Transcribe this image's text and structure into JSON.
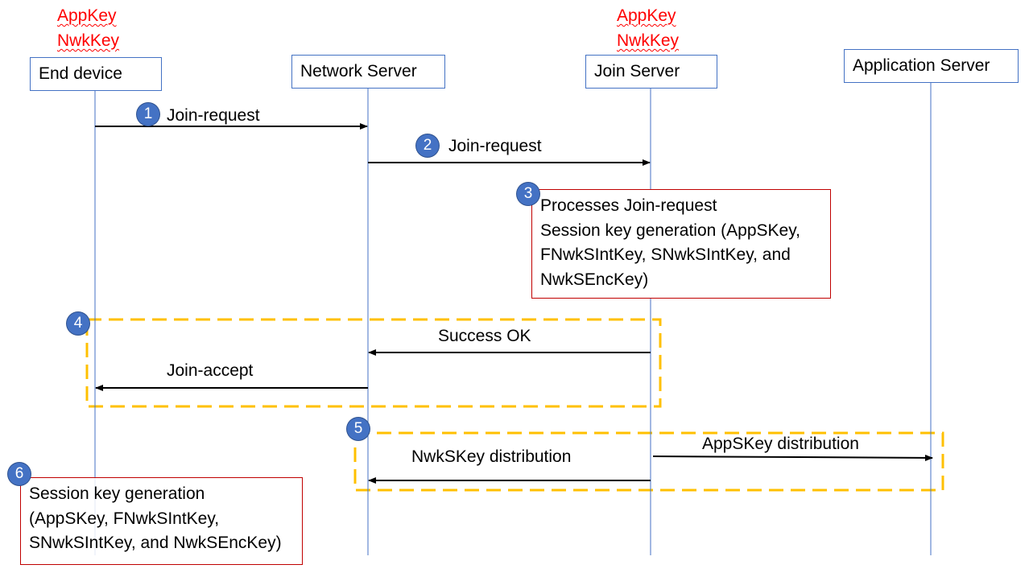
{
  "end_device_keys": [
    "AppKey",
    "NwkKey"
  ],
  "join_server_keys": [
    "AppKey",
    "NwkKey"
  ],
  "participants": {
    "end_device": "End device",
    "network_server": "Network Server",
    "join_server": "Join Server",
    "application_server": "Application Server"
  },
  "steps": [
    "1",
    "2",
    "3",
    "4",
    "5",
    "6"
  ],
  "messages": {
    "join_request_1": "Join-request",
    "join_request_2": "Join-request",
    "success_ok": "Success OK",
    "join_accept": "Join-accept",
    "appskey_distribution": "AppSKey distribution",
    "nwkskey_distribution": "NwkSKey distribution"
  },
  "note_join_server": [
    "Processes Join-request",
    "Session key generation (AppSKey,",
    "FNwkSIntKey, SNwkSIntKey, and",
    "NwkSEncKey)"
  ],
  "note_end_device": [
    "Session key generation",
    "(AppSKey, FNwkSIntKey,",
    "SNwkSIntKey, and NwkSEncKey)"
  ],
  "colors": {
    "lifeline": "#4472c4",
    "badge": "#4472c4",
    "key_text": "#ff0000",
    "note_border": "#c00000",
    "group_dash": "#ffc000",
    "arrow": "#000000"
  }
}
